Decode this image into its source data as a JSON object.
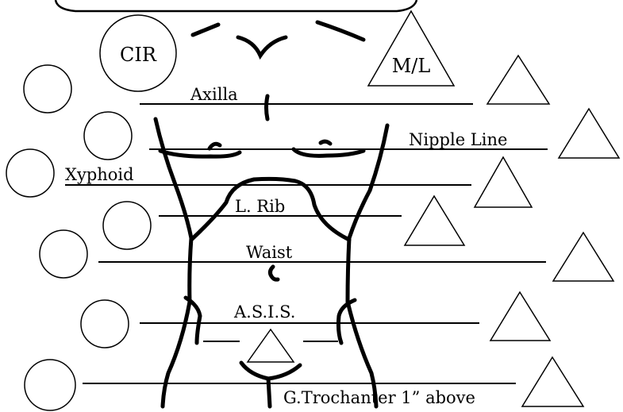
{
  "title_bar": {
    "text": ""
  },
  "circumference_header": "CIR",
  "midline_header": "M/L",
  "landmarks": {
    "axilla": "Axilla",
    "nipple_line": "Nipple Line",
    "xyphoid": "Xyphoid",
    "lower_rib": "L. Rib",
    "waist": "Waist",
    "asis": "A.S.I.S.",
    "trochanter": "G.Trochanter 1” above"
  },
  "colors": {
    "ink": "#000000",
    "paper": "#ffffff"
  }
}
